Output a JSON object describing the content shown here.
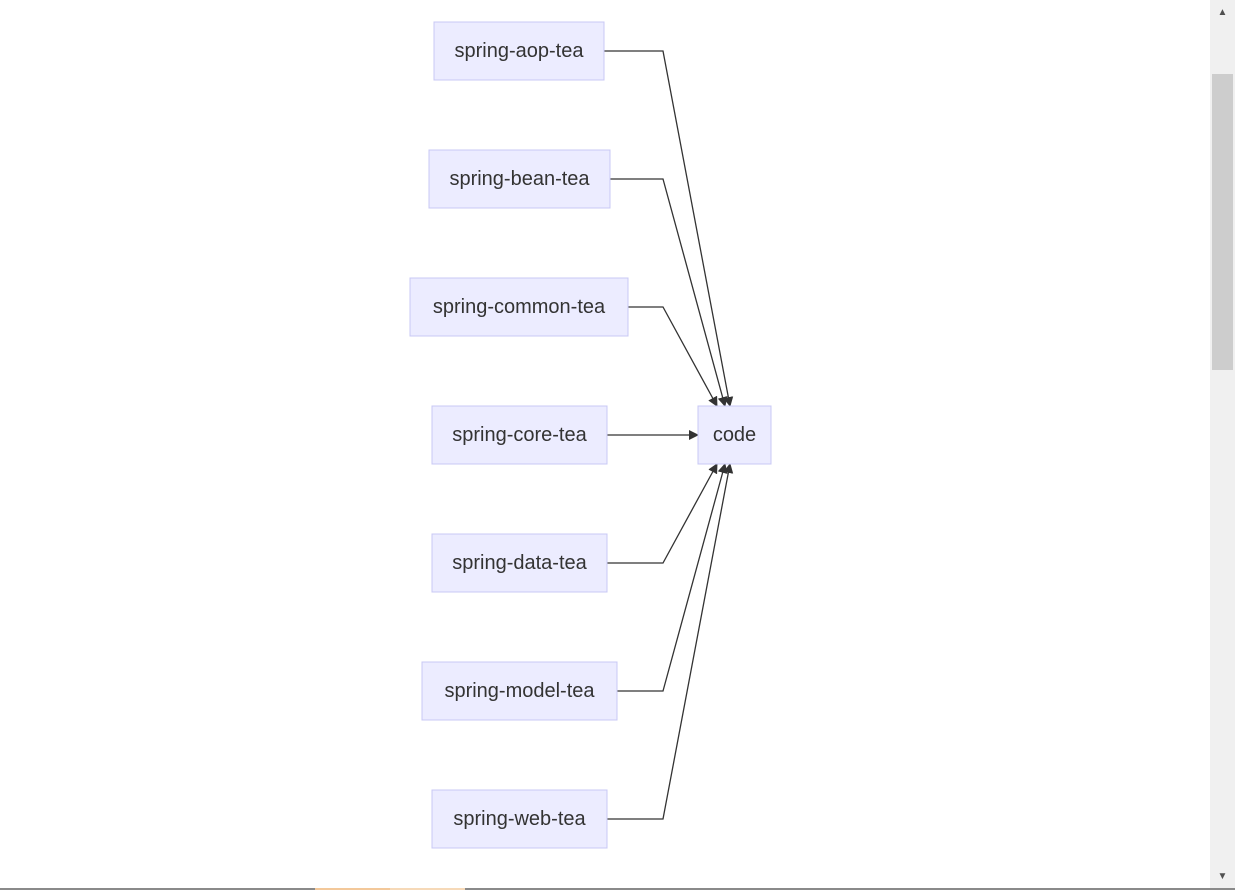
{
  "diagram": {
    "target": {
      "id": "code",
      "label": "code"
    },
    "sources": [
      {
        "id": "spring-aop-tea",
        "label": "spring-aop-tea"
      },
      {
        "id": "spring-bean-tea",
        "label": "spring-bean-tea"
      },
      {
        "id": "spring-common-tea",
        "label": "spring-common-tea"
      },
      {
        "id": "spring-core-tea",
        "label": "spring-core-tea"
      },
      {
        "id": "spring-data-tea",
        "label": "spring-data-tea"
      },
      {
        "id": "spring-model-tea",
        "label": "spring-model-tea"
      },
      {
        "id": "spring-web-tea",
        "label": "spring-web-tea"
      }
    ],
    "edges": [
      {
        "from": "spring-aop-tea",
        "to": "code"
      },
      {
        "from": "spring-bean-tea",
        "to": "code"
      },
      {
        "from": "spring-common-tea",
        "to": "code"
      },
      {
        "from": "spring-core-tea",
        "to": "code"
      },
      {
        "from": "spring-data-tea",
        "to": "code"
      },
      {
        "from": "spring-model-tea",
        "to": "code"
      },
      {
        "from": "spring-web-tea",
        "to": "code"
      }
    ],
    "colors": {
      "node_fill": "#ECECFF",
      "node_stroke": "#C8C8F4",
      "edge": "#333333",
      "text": "#333333"
    }
  },
  "scrollbar": {
    "up_icon": "scroll-up-arrow-icon",
    "down_icon": "scroll-down-arrow-icon"
  }
}
